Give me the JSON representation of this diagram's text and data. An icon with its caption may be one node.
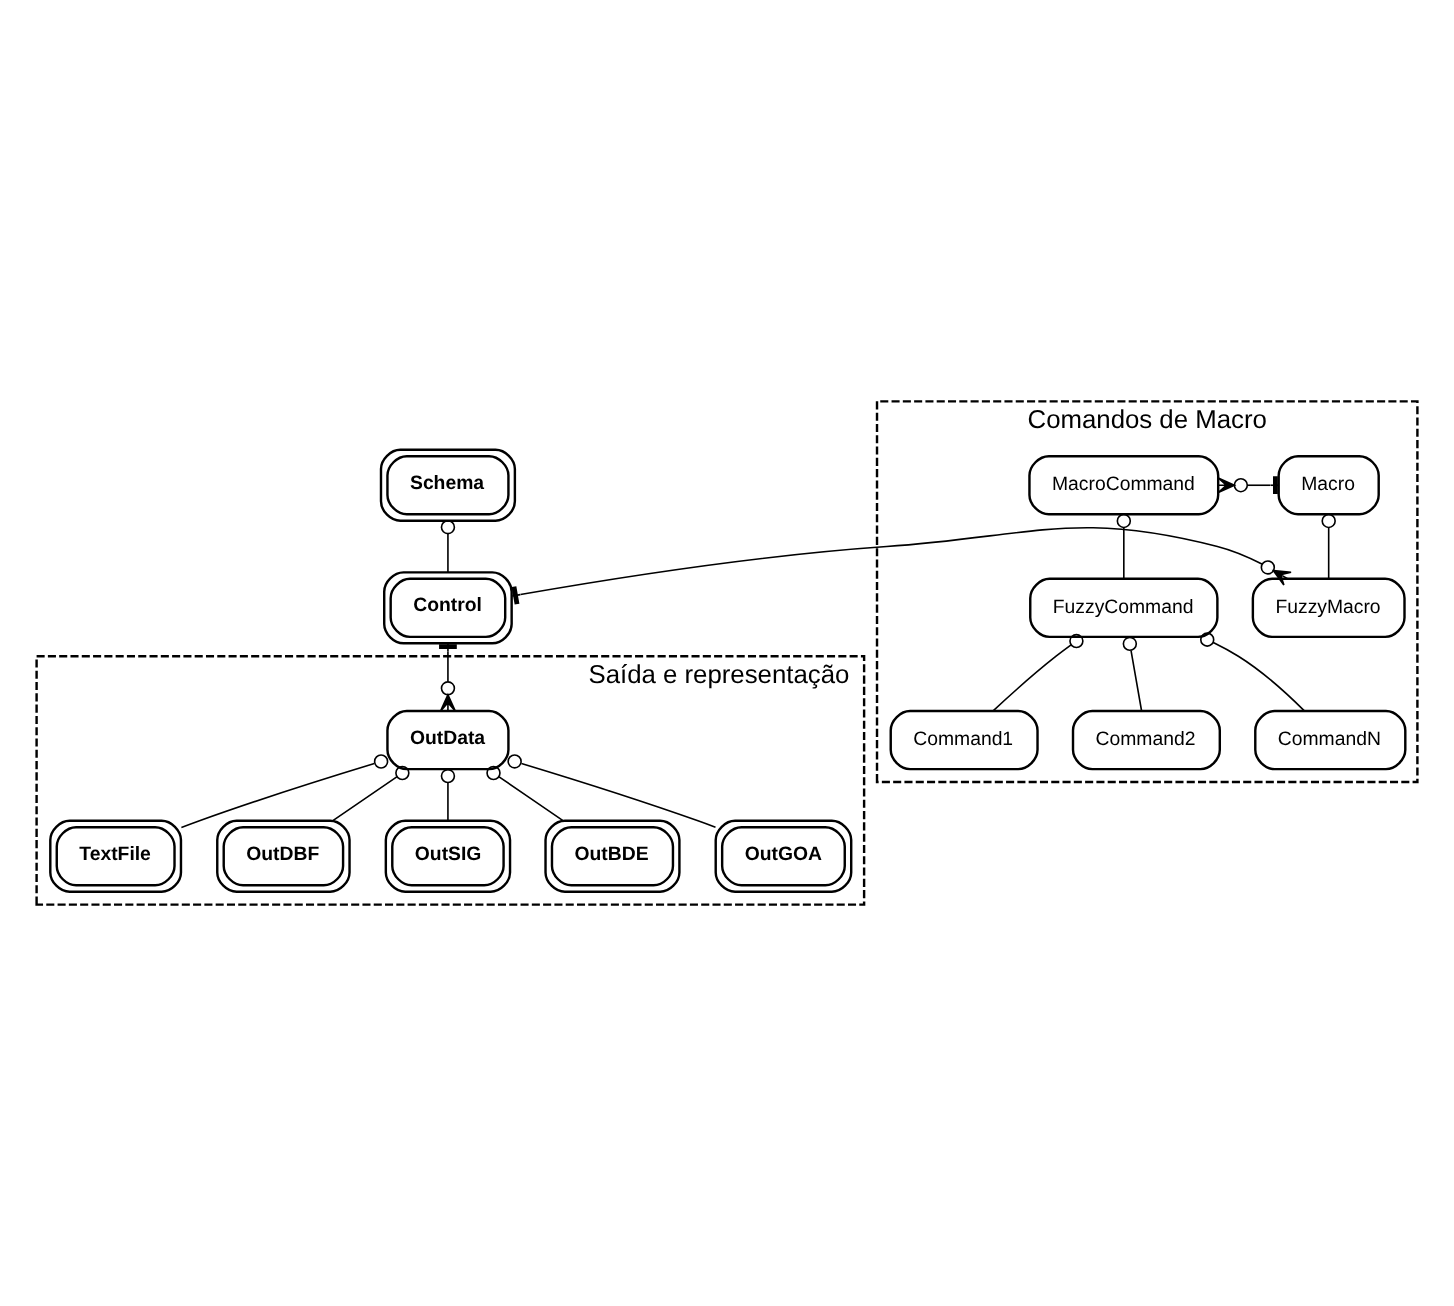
{
  "diagram": {
    "nodes": [
      {
        "text": [
          "Schema"
        ]
      },
      {
        "text": [
          "Control"
        ]
      },
      {
        "text": [
          "Comandos de Macro"
        ]
      },
      {
        "text": [
          "Macro"
        ],
        "in": 2
      },
      {
        "text": [
          "MacroCommand"
        ],
        "in": 2
      },
      {
        "text": [
          "FuzzyMacro"
        ],
        "in": 2
      },
      {
        "text": [
          "FuzzyCommand"
        ],
        "in": 2
      },
      {
        "text": [
          "Command1"
        ],
        "in": 2
      },
      {
        "text": [
          "Command2"
        ],
        "in": 2
      },
      {
        "text": [
          "CommandN"
        ],
        "in": 2
      },
      {
        "text": [
          "Saída e representação"
        ]
      },
      {
        "text": [
          "OutData"
        ],
        "in": 10
      },
      {
        "text": [
          "TextFile"
        ],
        "in": 10
      },
      {
        "text": [
          "OutDBF"
        ],
        "in": 10
      },
      {
        "text": [
          "OutSIG"
        ],
        "in": 10
      },
      {
        "text": [
          "OutBDE"
        ],
        "in": 10
      },
      {
        "text": [
          "OutGOA"
        ],
        "in": 10
      }
    ],
    "edges": [
      {
        "from": 0,
        "to": 1,
        "arrow": "other"
      },
      {
        "from": 3,
        "to": 4,
        "arrow": "other"
      },
      {
        "from": 3,
        "to": 5,
        "arrow": "other"
      },
      {
        "from": 4,
        "to": 6,
        "arrow": "other"
      },
      {
        "from": 6,
        "to": 7,
        "arrow": "other"
      },
      {
        "from": 6,
        "to": 8,
        "arrow": "other"
      },
      {
        "from": 6,
        "to": 9,
        "arrow": "other"
      },
      {
        "from": 1,
        "to": 5,
        "arrow": "other"
      },
      {
        "from": 1,
        "to": 11,
        "arrow": "other"
      },
      {
        "from": 11,
        "to": 12,
        "arrow": "other"
      },
      {
        "from": 11,
        "to": 13,
        "arrow": "other"
      },
      {
        "from": 11,
        "to": 14,
        "arrow": "other"
      },
      {
        "from": 11,
        "to": 15,
        "arrow": "other"
      },
      {
        "from": 11,
        "to": 16,
        "arrow": "other"
      }
    ]
  }
}
